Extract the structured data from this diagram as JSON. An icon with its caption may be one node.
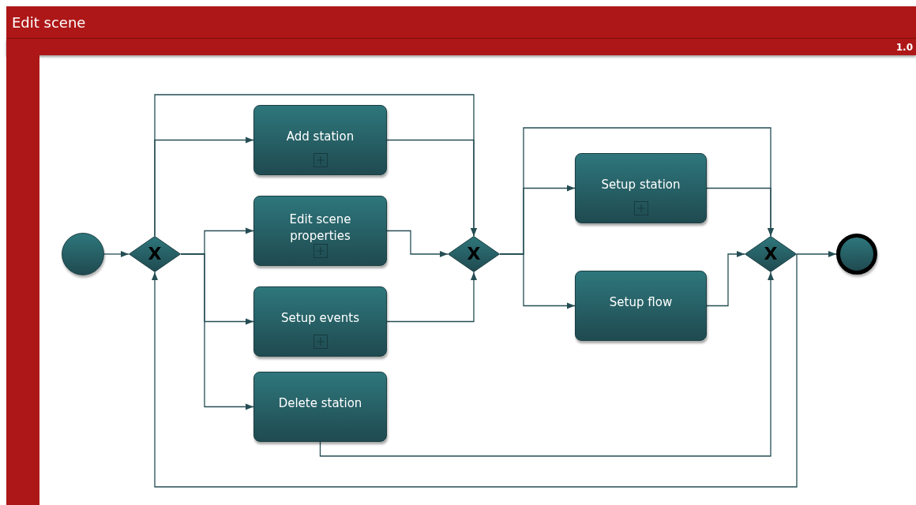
{
  "diagram": {
    "title": "Edit scene",
    "nodes": [
      {
        "text": [],
        "shape": "circle"
      },
      {
        "text": [
          "X"
        ]
      },
      {
        "text": [
          "Add station"
        ]
      },
      {
        "text": [
          "Edit scene properties"
        ]
      },
      {
        "text": [
          "Setup events"
        ]
      },
      {
        "text": [
          "Delete station"
        ]
      },
      {
        "text": [
          "X"
        ]
      },
      {
        "text": [
          "Setup station"
        ]
      },
      {
        "text": [
          "Setup flow"
        ]
      },
      {
        "text": [
          "X"
        ]
      },
      {
        "text": [],
        "shape": "circle"
      }
    ],
    "edges": [
      {
        "from": 0,
        "to": 1,
        "arrow": "to"
      },
      {
        "from": 1,
        "to": 2,
        "arrow": "to"
      },
      {
        "from": 1,
        "to": 6,
        "arrow": "to"
      },
      {
        "from": 1,
        "to": 3,
        "arrow": "to"
      },
      {
        "from": 1,
        "to": 4,
        "arrow": "to"
      },
      {
        "from": 1,
        "to": 5,
        "arrow": "to"
      },
      {
        "from": 2,
        "to": 6,
        "arrow": "to"
      },
      {
        "from": 3,
        "to": 6,
        "arrow": "to"
      },
      {
        "from": 4,
        "to": 6,
        "arrow": "to"
      },
      {
        "from": 5,
        "to": 9,
        "arrow": "to"
      },
      {
        "from": 6,
        "to": 7,
        "arrow": "to"
      },
      {
        "from": 6,
        "to": 8,
        "arrow": "to"
      },
      {
        "from": 6,
        "to": 9,
        "arrow": "to"
      },
      {
        "from": 7,
        "to": 9,
        "arrow": "to"
      },
      {
        "from": 8,
        "to": 9,
        "arrow": "to"
      },
      {
        "from": 9,
        "to": 10,
        "arrow": "to"
      },
      {
        "from": 9,
        "to": 1,
        "arrow": "to"
      }
    ],
    "labels": [
      "1.0"
    ]
  }
}
